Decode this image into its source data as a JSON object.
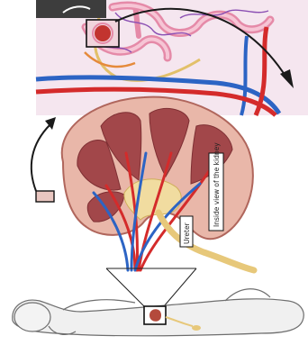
{
  "figure": {
    "labels": {
      "inside_view": "Inside view of the kidney",
      "ureter": "Ureter"
    },
    "colors": {
      "cortex": "#e9b7a9",
      "medulla": "#a2474a",
      "artery": "#d42b2b",
      "vein": "#2c64c4",
      "ureter": "#e7d29a",
      "nephron_bg": "#f2dce8",
      "arrow": "#1a1a1a",
      "body_outline": "#6e6e6e"
    },
    "icons": {
      "top_inset": "nephron-detail-inset",
      "middle": "kidney-cross-section",
      "bottom": "reclining-body-outline"
    }
  }
}
